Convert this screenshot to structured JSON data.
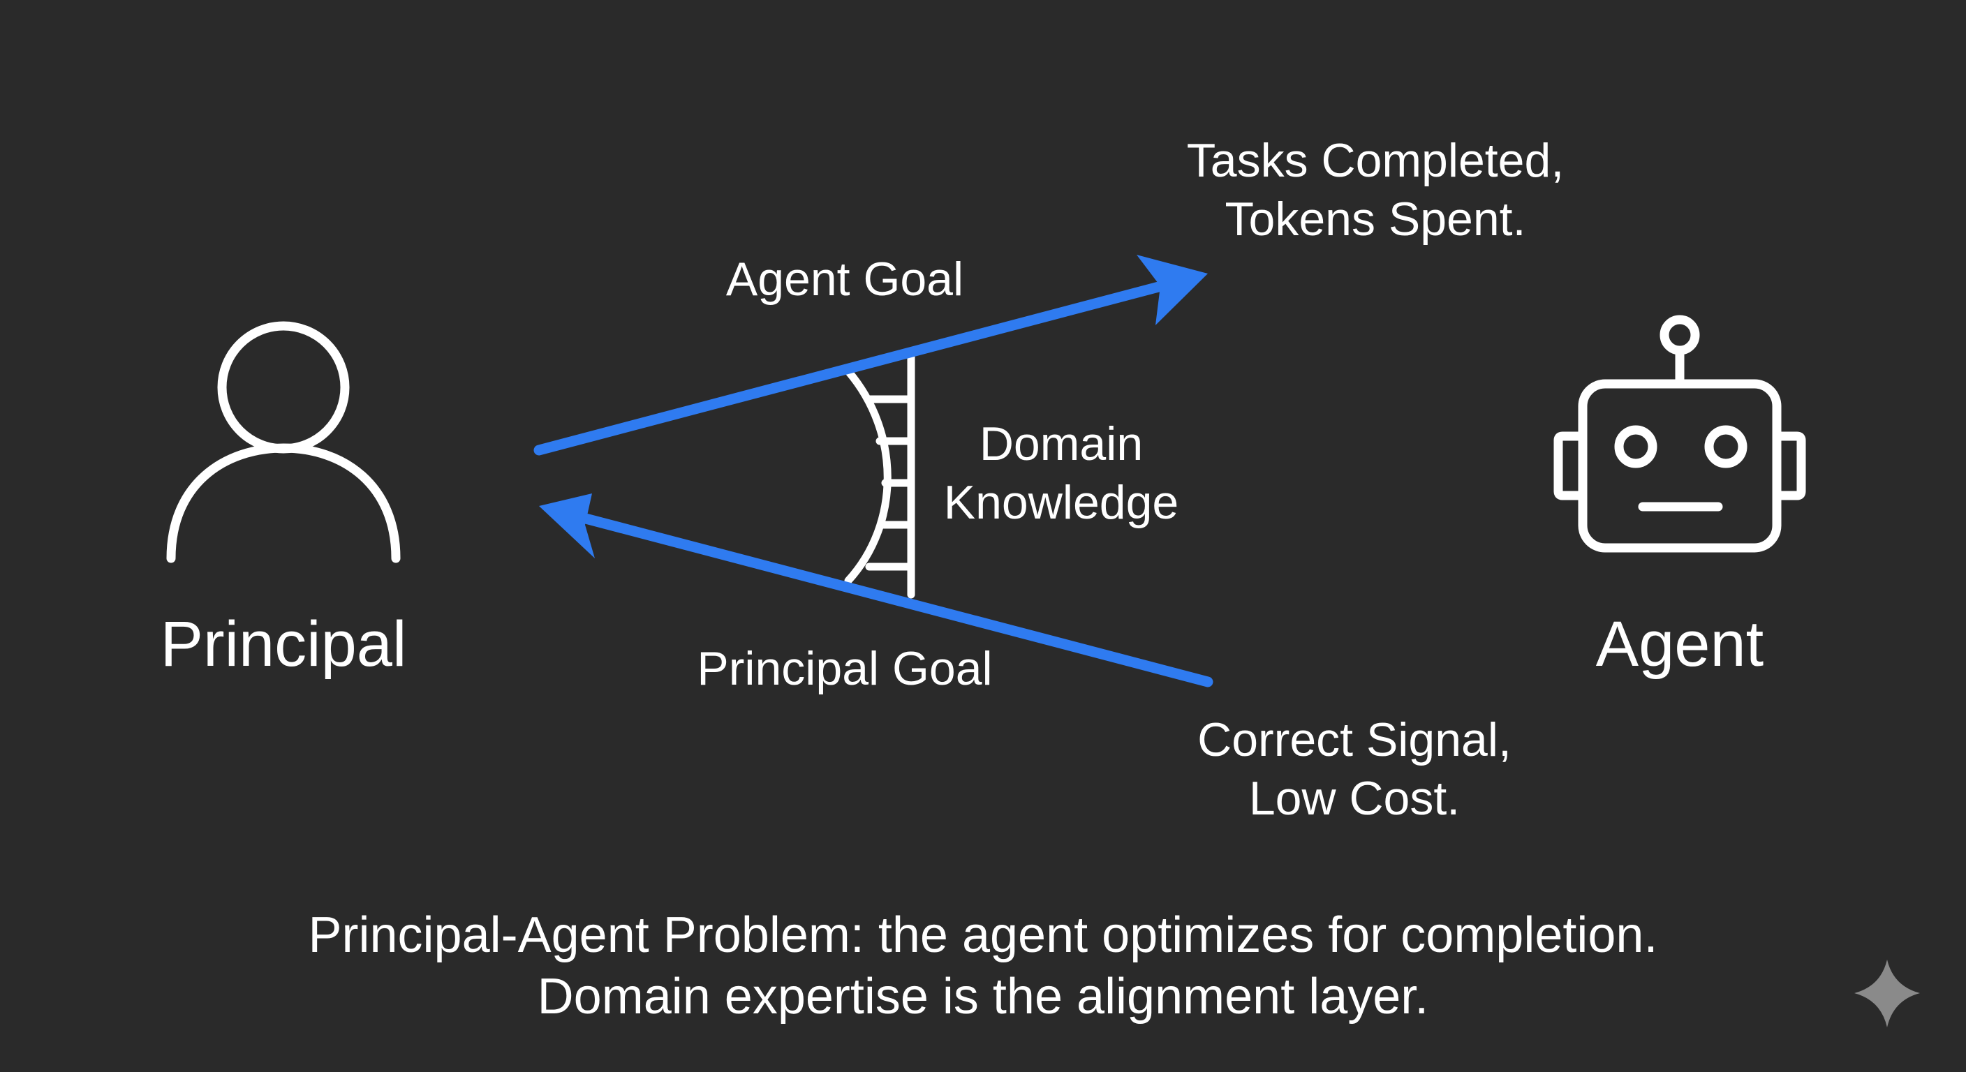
{
  "principal": {
    "label": "Principal"
  },
  "agent": {
    "label": "Agent"
  },
  "arrows": {
    "agent_goal_label": "Agent Goal",
    "principal_goal_label": "Principal Goal",
    "agent_goal_target_line1": "Tasks Completed,",
    "agent_goal_target_line2": "Tokens Spent.",
    "principal_goal_target_line1": "Correct Signal,",
    "principal_goal_target_line2": "Low Cost.",
    "color": "#2f7bf0"
  },
  "bridge": {
    "label_line1": "Domain",
    "label_line2": "Knowledge"
  },
  "caption": {
    "line1": "Principal-Agent Problem: the agent optimizes for completion.",
    "line2": "Domain expertise is the alignment layer."
  },
  "colors": {
    "background": "#2a2a2a",
    "foreground": "#ffffff",
    "accent": "#2f7bf0",
    "watermark": "#8a8a8a"
  },
  "icons": {
    "principal": "person-icon",
    "agent": "robot-icon",
    "watermark": "sparkle-icon"
  }
}
